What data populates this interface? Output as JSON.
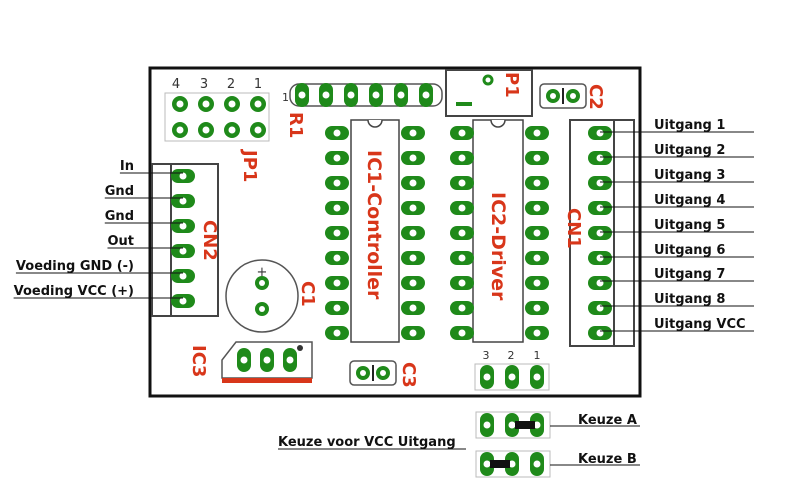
{
  "board": {
    "ic1": "IC1-Controller",
    "ic2": "IC2-Driver",
    "cn1": "CN1",
    "cn2": "CN2",
    "jp1": "JP1",
    "r1": "R1",
    "p1": "P1",
    "c1": "C1",
    "c2": "C2",
    "c3": "C3",
    "ic3": "IC3",
    "r1_pin1": "1",
    "c1_plus": "+"
  },
  "jp1_pins": [
    "4",
    "3",
    "2",
    "1"
  ],
  "jumper_pins": [
    "3",
    "2",
    "1"
  ],
  "cn2_labels": [
    "In",
    "Gnd",
    "Gnd",
    "Out",
    "Voeding GND (-)",
    "Voeding VCC (+)"
  ],
  "cn1_labels": [
    "Uitgang 1",
    "Uitgang 2",
    "Uitgang 3",
    "Uitgang 4",
    "Uitgang 5",
    "Uitgang 6",
    "Uitgang 7",
    "Uitgang 8",
    "Uitgang VCC"
  ],
  "keuze": {
    "title": "Keuze voor VCC Uitgang",
    "a": "Keuze A",
    "b": "Keuze B"
  },
  "colors": {
    "pad": "#1f8a1a",
    "pad_hole": "#ffffff",
    "silk": "#d8361a",
    "outline": "#222222"
  }
}
